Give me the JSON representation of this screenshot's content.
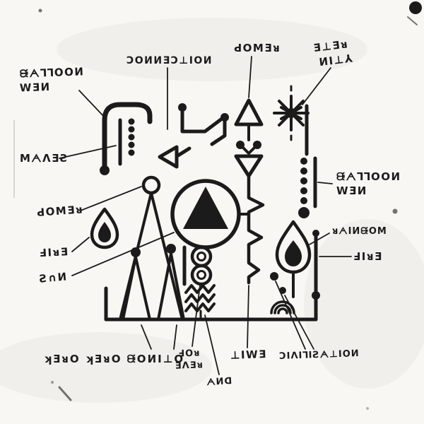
{
  "colors": {
    "ink": "#1b1b1b",
    "paper": "#f8f7f3"
  },
  "labels": {
    "balloon_men_left": {
      "line1": "ᙠᗅ⅂⅂OOИ",
      "line2": "WƎИ"
    },
    "connection": {
      "line1": "ƆOИИƎƆ⊥IOИ"
    },
    "power_top": {
      "line1": "ԀOMƎᴚ"
    },
    "eternity": {
      "line1": "Ǝ⊥Ǝᴚ",
      "line2": "ИI⊥⅄"
    },
    "waves": {
      "line1": "MᗅΛƎƧ"
    },
    "power_left": {
      "line1": "ԀOMƎᴚ"
    },
    "fire_left": {
      "line1": "ℲIᴚƎ"
    },
    "sun": {
      "line1": "Ƨ∩И"
    },
    "kero_kero_bonito": {
      "line1": "ʞƎᴚO ʞƎᴚO ᙠOИI⊥O"
    },
    "for_ever": {
      "line1": "ℲOᴚ",
      "line2": "ƎΛƎᴚ"
    },
    "and": {
      "line1": "ᗅИᗡ"
    },
    "time": {
      "line1": "⊥IWƎ"
    },
    "civilisation": {
      "line1": "ƆIΛI⅂IƧᗅ⊥IOИ"
    },
    "balloon_men_right": {
      "line1": "ᙠᗅ⅂⅂OOИ",
      "line2": "WƎИ"
    },
    "rainbow": {
      "line1": "ᴚᗅIИᙠOM"
    },
    "fire_right": {
      "line1": "ℲIᴚƎ"
    }
  },
  "icons": {
    "hook_column": "rounded-hook-with-dot-column",
    "connection_arrow": "node-chain-with-arrowhead",
    "power_triangle": "triangle-diamond-stack",
    "starburst": "radiating-star",
    "dot_column_right": "dot-column-with-bar",
    "sun_symbol": "circle-with-filled-triangle",
    "flame_left": "teardrop-flame",
    "balloon_tent": "tall-triangles-with-balloons",
    "figure_eight": "stacked-double-circles",
    "zigzag_stack": "triple-zigzag",
    "step_bolt": "jagged-vertical-line",
    "flame_right": "teardrop-flame-double",
    "rainbow_arcs": "concentric-arcs"
  }
}
